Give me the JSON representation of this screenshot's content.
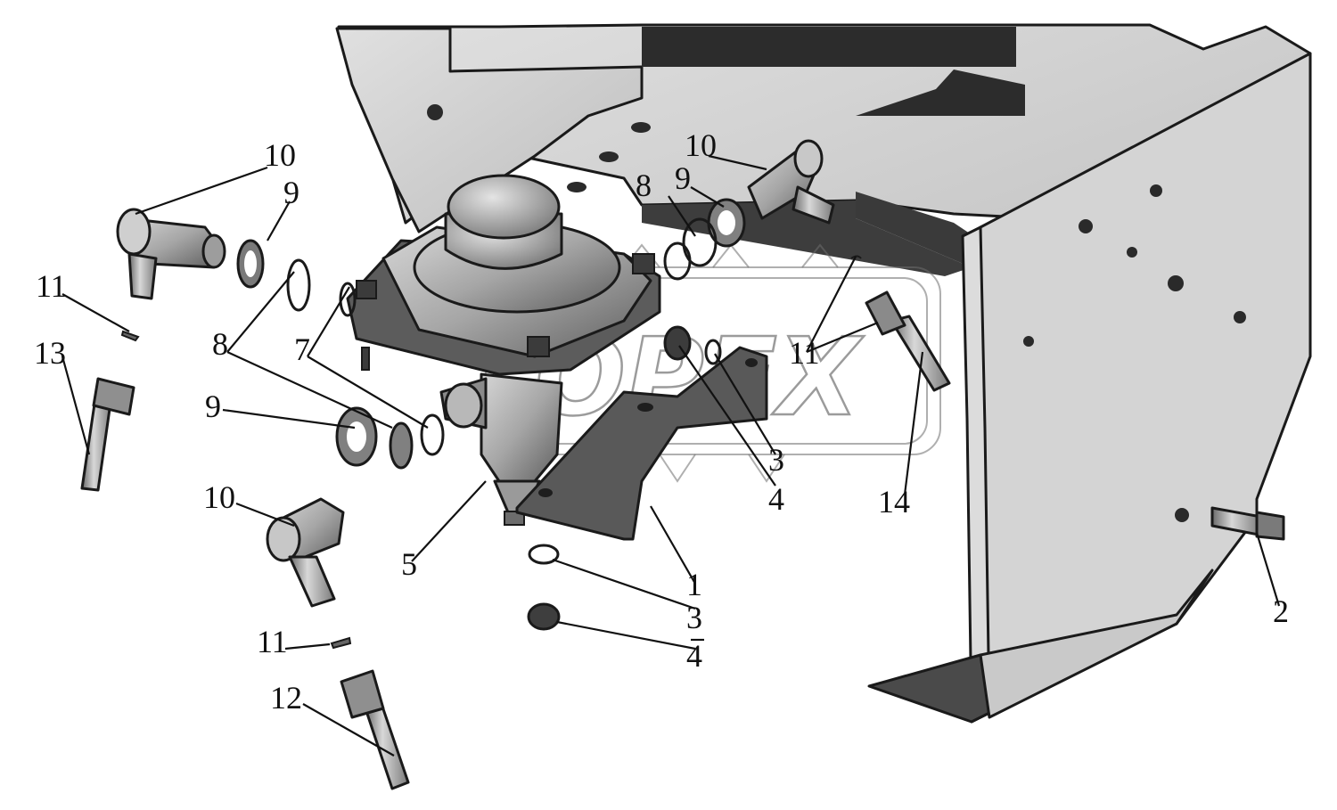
{
  "watermark": {
    "text": "OPEX"
  },
  "callouts": {
    "c1": "1",
    "c2": "2",
    "c3a": "3",
    "c3b": "3",
    "c4a": "4",
    "c4b": "4",
    "c5": "5",
    "c7": "7",
    "c8a": "8",
    "c8b": "8",
    "c9a": "9",
    "c9b": "9",
    "c9c": "9",
    "c10a": "10",
    "c10b": "10",
    "c10c": "10",
    "c11a": "11",
    "c11b": "11",
    "c11c": "11",
    "c12": "12",
    "c13": "13",
    "c14": "14"
  },
  "colors": {
    "frame_light": "#d2d2d2",
    "frame_mid": "#a8a8a8",
    "frame_dark": "#3c3c3c",
    "part_light": "#c9c9c9",
    "part_mid": "#8f8f8f",
    "part_dark": "#4a4a4a"
  }
}
